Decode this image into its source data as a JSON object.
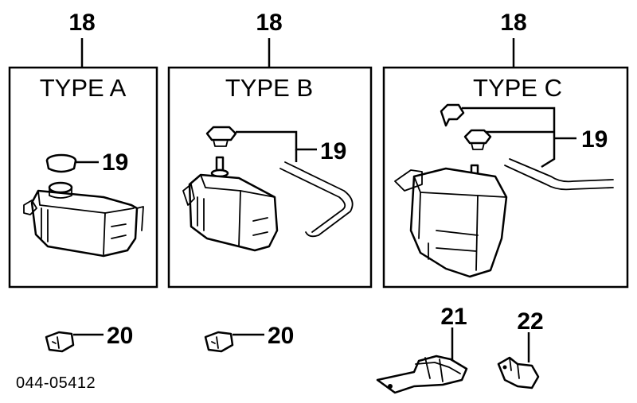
{
  "callouts": {
    "a_18": "18",
    "b_18": "18",
    "c_18": "18",
    "a_19": "19",
    "b_19": "19",
    "c_19": "19",
    "a_20": "20",
    "b_20": "20",
    "c_21": "21",
    "c_22": "22"
  },
  "panels": {
    "a": {
      "label": "TYPE A"
    },
    "b": {
      "label": "TYPE B"
    },
    "c": {
      "label": "TYPE C"
    }
  },
  "diagram_code": "044-05412"
}
